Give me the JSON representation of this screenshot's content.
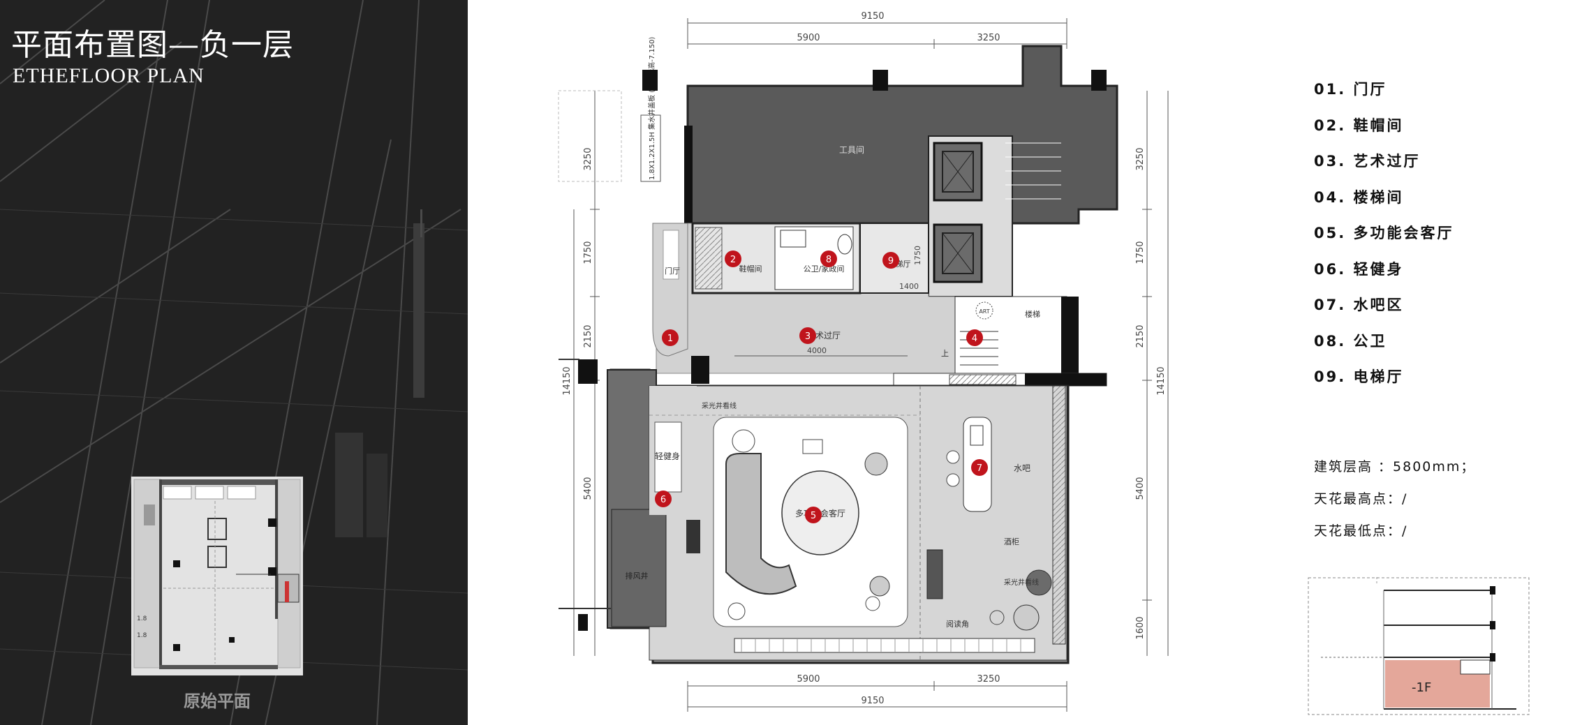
{
  "header": {
    "title_cn": "平面布置图—负一层",
    "title_en": "ETHEFLOOR PLAN"
  },
  "thumbnail": {
    "caption": "原始平面",
    "mini_labels": [
      "1.8",
      "1.8"
    ]
  },
  "plan": {
    "dims_top": {
      "total": "9150",
      "left": "5900",
      "right": "3250"
    },
    "dims_bottom": {
      "total": "9150",
      "left": "5900",
      "right": "3250"
    },
    "dims_left": [
      "3250",
      "1750",
      "2150",
      "14150",
      "5400"
    ],
    "dims_right": [
      "3250",
      "1750",
      "2150",
      "14150",
      "5400",
      "1600"
    ],
    "dims_inner": [
      "4000",
      "1400",
      "1750"
    ],
    "room_labels": {
      "storage": "工具间",
      "foyer": "门厅",
      "cloakroom": "鞋帽间",
      "toilet": "公卫/家政间",
      "elevator_hall": "电梯厅",
      "art_hall": "艺术过厅",
      "stairs": "楼梯",
      "up": "上",
      "art": "ART",
      "skylight_top": "采光井看线",
      "gym": "轻健身",
      "living": "多功能会客厅",
      "bar": "水吧",
      "wine": "酒柜",
      "skylight_bottom": "采光井看线",
      "reading": "阅读角",
      "ventilation": "排风井"
    },
    "side_note": "1.8X1.2X1.5H 集水井盖板 (坑底标高-7.150)",
    "markers": [
      "1",
      "2",
      "3",
      "4",
      "5",
      "6",
      "7",
      "8",
      "9"
    ],
    "marker_color": "#c0141c"
  },
  "legend": {
    "items": [
      "01. 门厅",
      "02. 鞋帽间",
      "03. 艺术过厅",
      "04. 楼梯间",
      "05. 多功能会客厅",
      "06. 轻健身",
      "07. 水吧区",
      "08. 公卫",
      "09. 电梯厅"
    ]
  },
  "info": {
    "floor_height": "建筑层高 ：5800mm；",
    "ceiling_max": "天花最高点：/",
    "ceiling_min": "天花最低点：/"
  },
  "section": {
    "floor_label": "-1F",
    "highlight_color": "#e4a79a"
  }
}
